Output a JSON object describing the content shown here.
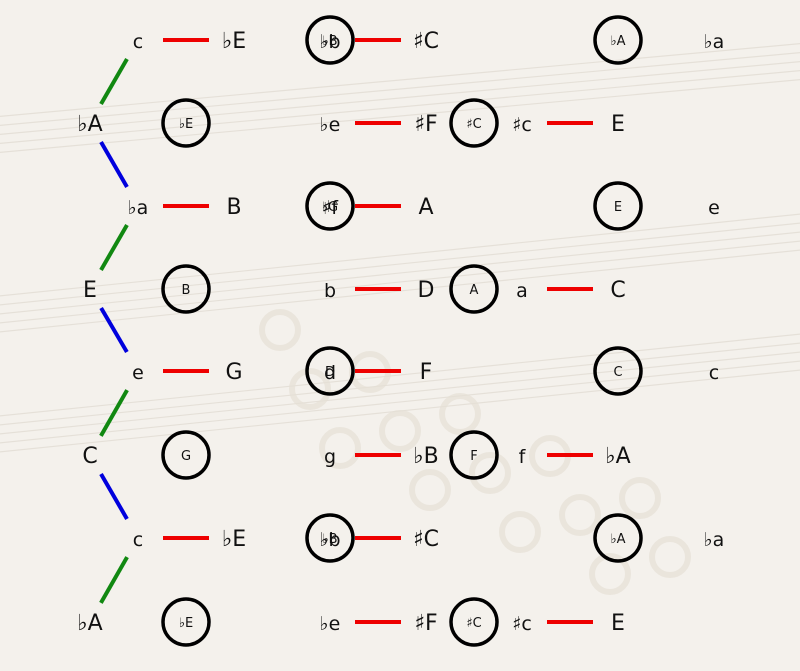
{
  "edge_colors": {
    "red": "#ee0000",
    "blue": "#0000dd",
    "green": "#118811"
  },
  "ring_color": "#000000",
  "background": {
    "base": "#f4f1ec",
    "staff_lines": "#dcd6cc",
    "watermark": "#e6e0d6"
  },
  "row_pairs": [
    [
      "c",
      "♭E",
      "♭b",
      "♯C",
      "",
      ""
    ],
    [
      "",
      "",
      "♭e",
      "♯F",
      "♯c",
      "E"
    ],
    [
      "♭a",
      "B",
      "♯f",
      "A",
      "",
      ""
    ],
    [
      "",
      "",
      "b",
      "D",
      "a",
      "C"
    ],
    [
      "e",
      "G",
      "d",
      "F",
      "",
      ""
    ],
    [
      "",
      "",
      "g",
      "♭B",
      "f",
      "♭A"
    ],
    [
      "c",
      "♭E",
      "♭b",
      "♯C",
      "",
      ""
    ],
    [
      "",
      "",
      "♭e",
      "♯F",
      "♯c",
      "E"
    ]
  ],
  "edge_labels": [
    [
      "",
      "",
      "",
      "",
      "",
      "♭a"
    ],
    [
      "♭A",
      "",
      "",
      "",
      "",
      ""
    ],
    [
      "",
      "",
      "",
      "",
      "",
      "e"
    ],
    [
      "E",
      "",
      "",
      "",
      "",
      ""
    ],
    [
      "",
      "",
      "",
      "",
      "",
      "c"
    ],
    [
      "C",
      "",
      "",
      "",
      "",
      ""
    ],
    [
      "",
      "",
      "",
      "",
      "",
      "♭a"
    ],
    [
      "♭A",
      "",
      "",
      "",
      "",
      ""
    ]
  ],
  "centers": [
    [
      "",
      "♭B",
      "",
      "♭A"
    ],
    [
      "♭E",
      "",
      "♯C",
      ""
    ],
    [
      "",
      "♭G",
      "",
      "E"
    ],
    [
      "B",
      "",
      "A",
      ""
    ],
    [
      "",
      "D",
      "",
      "C"
    ],
    [
      "G",
      "",
      "F",
      ""
    ],
    [
      "",
      "♭B",
      "",
      "♭A"
    ],
    [
      "♭E",
      "",
      "♯C",
      ""
    ]
  ]
}
